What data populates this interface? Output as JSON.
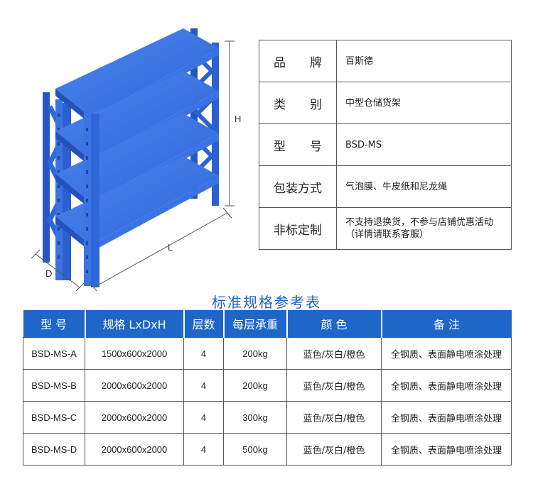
{
  "diagram": {
    "height_label": "H",
    "length_label": "L",
    "depth_label": "D"
  },
  "info": [
    {
      "label": "品　　牌",
      "value": "百斯德"
    },
    {
      "label": "类　　别",
      "value": "中型仓储货架"
    },
    {
      "label": "型　　号",
      "value": "BSD-MS"
    },
    {
      "label": "包装方式",
      "value": "气泡膜、牛皮纸和尼龙绳"
    },
    {
      "label": "非标定制",
      "value": "不支持退换货，不参与店铺优惠活动",
      "value2": "（详情请联系客服）"
    }
  ],
  "spec": {
    "title": "标准规格参考表",
    "headers": [
      "型  号",
      "规格 LxDxH",
      "层数",
      "每层承重",
      "颜  色",
      "备  注"
    ],
    "rows": [
      [
        "BSD-MS-A",
        "1500x600x2000",
        "4",
        "200kg",
        "蓝色/灰白/橙色",
        "全钢质、表面静电喷涂处理"
      ],
      [
        "BSD-MS-B",
        "2000x600x2000",
        "4",
        "200kg",
        "蓝色/灰白/橙色",
        "全钢质、表面静电喷涂处理"
      ],
      [
        "BSD-MS-C",
        "2000x600x2000",
        "4",
        "300kg",
        "蓝色/灰白/橙色",
        "全钢质、表面静电喷涂处理"
      ],
      [
        "BSD-MS-D",
        "2000x600x2000",
        "4",
        "500kg",
        "蓝色/灰白/橙色",
        "全钢质、表面静电喷涂处理"
      ]
    ]
  },
  "colors": {
    "accent": "#1f66c9",
    "rack_blue": "#2f6fe0"
  }
}
